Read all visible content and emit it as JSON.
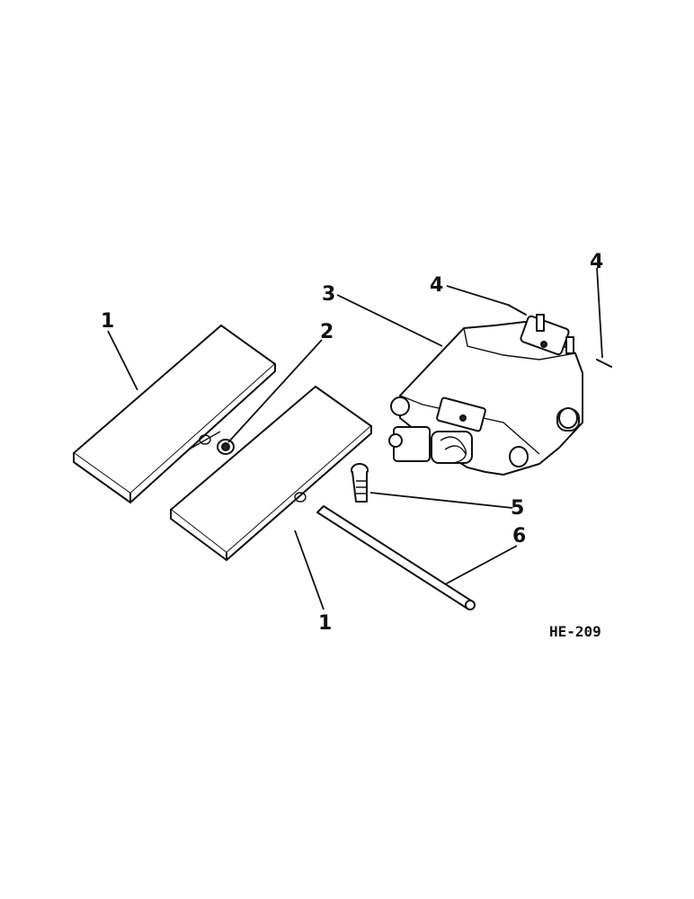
{
  "callouts": {
    "pedal_left": "1",
    "pedal_right": "1",
    "bushing": "2",
    "valve": "3",
    "pin_top": "4",
    "pin_right": "4",
    "bolt": "5",
    "rod": "6"
  },
  "figure_code": "HE-209",
  "colors": {
    "ink": "#111111",
    "paper": "#ffffff"
  }
}
